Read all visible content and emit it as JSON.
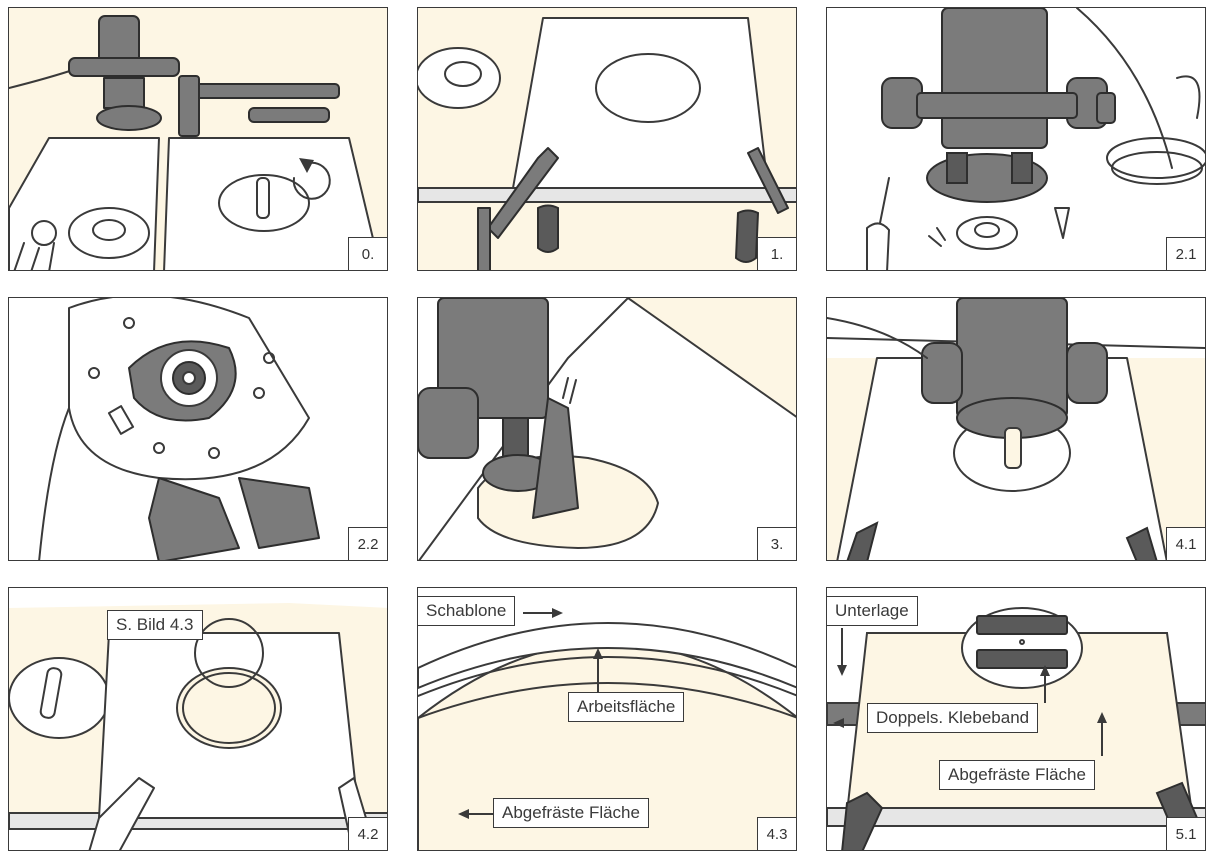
{
  "steps": {
    "p0": "0.",
    "p1": "1.",
    "p21": "2.1",
    "p22": "2.2",
    "p3": "3.",
    "p41": "4.1",
    "p42": "4.2",
    "p43": "4.3",
    "p51": "5.1"
  },
  "labels": {
    "see_image": "S. Bild 4.3",
    "template": "Schablone",
    "work_surface": "Arbeitsfläche",
    "milled_surface": "Abgefräste Fläche",
    "base": "Unterlage",
    "tape": "Doppels. Klebeband"
  },
  "colors": {
    "background_cream": "#fdf6e4",
    "tool_gray": "#7b7b7b",
    "outline": "#3a3a3a"
  }
}
